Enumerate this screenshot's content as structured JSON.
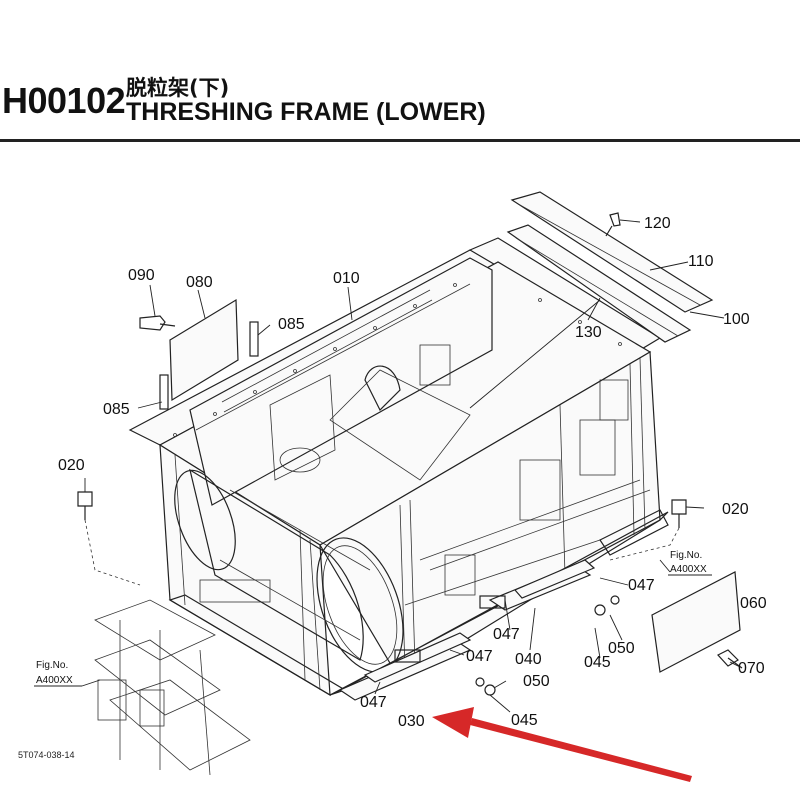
{
  "header": {
    "code": "H00102",
    "title_cn": "脱粒架(下)",
    "title_en": "THRESHING FRAME (LOWER)"
  },
  "callouts": {
    "p010": "010",
    "p020_left": "020",
    "p020_right": "020",
    "p030": "030",
    "p040": "040",
    "p045_a": "045",
    "p045_b": "045",
    "p047_a": "047",
    "p047_b": "047",
    "p047_c": "047",
    "p047_d": "047",
    "p050_a": "050",
    "p050_b": "050",
    "p060": "060",
    "p070": "070",
    "p080": "080",
    "p085_a": "085",
    "p085_b": "085",
    "p090": "090",
    "p100": "100",
    "p110": "110",
    "p120": "120",
    "p130": "130"
  },
  "fig_refs": {
    "right": {
      "line1": "Fig.No.",
      "line2": "A400XX"
    },
    "left": {
      "line1": "Fig.No.",
      "line2": "A400XX"
    }
  },
  "doc_id": "5T074-038-14",
  "colors": {
    "line": "#222222",
    "arrow": "#d62828",
    "background": "#ffffff"
  }
}
